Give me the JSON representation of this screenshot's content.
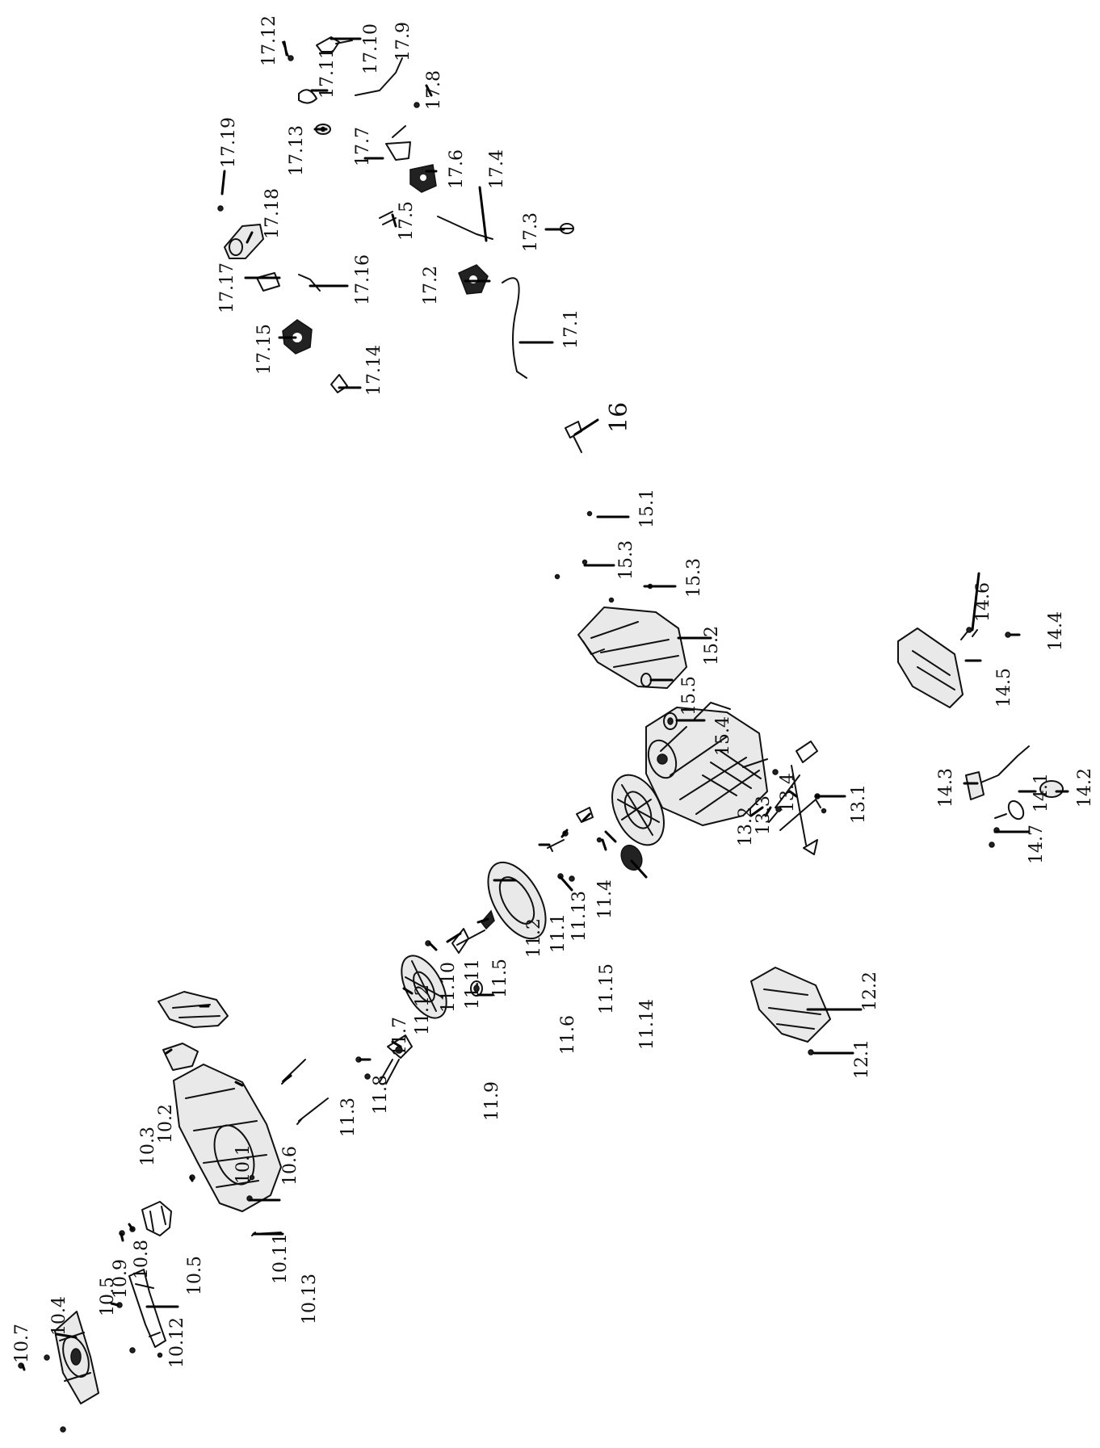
{
  "labels": [
    {
      "text": "17.12"
    },
    {
      "text": "17.11"
    },
    {
      "text": "17.10"
    },
    {
      "text": "17.9"
    },
    {
      "text": "17.8"
    },
    {
      "text": "17.13"
    },
    {
      "text": "17.7"
    },
    {
      "text": "17.6"
    },
    {
      "text": "17.19"
    },
    {
      "text": "17.18"
    },
    {
      "text": "17.5"
    },
    {
      "text": "17.4"
    },
    {
      "text": "17.3"
    },
    {
      "text": "17.17"
    },
    {
      "text": "17.16"
    },
    {
      "text": "17.2"
    },
    {
      "text": "17.15"
    },
    {
      "text": "17.14"
    },
    {
      "text": "17.1"
    },
    {
      "text": "16"
    },
    {
      "text": "15.1"
    },
    {
      "text": "15.3"
    },
    {
      "text": "15.3"
    },
    {
      "text": "15.2"
    },
    {
      "text": "15.5"
    },
    {
      "text": "15.4"
    },
    {
      "text": "14.6"
    },
    {
      "text": "14.4"
    },
    {
      "text": "14.5"
    },
    {
      "text": "14.3"
    },
    {
      "text": "14.1"
    },
    {
      "text": "14.2"
    },
    {
      "text": "14.7"
    },
    {
      "text": "13.4"
    },
    {
      "text": "13.3"
    },
    {
      "text": "13.2"
    },
    {
      "text": "13.1"
    },
    {
      "text": "11.4"
    },
    {
      "text": "11.13"
    },
    {
      "text": "11.1"
    },
    {
      "text": "11.2"
    },
    {
      "text": "11.15"
    },
    {
      "text": "11.14"
    },
    {
      "text": "11.5"
    },
    {
      "text": "11.11"
    },
    {
      "text": "11.6"
    },
    {
      "text": "11.10"
    },
    {
      "text": "11.12"
    },
    {
      "text": "11.7"
    },
    {
      "text": "11.9"
    },
    {
      "text": "12.2"
    },
    {
      "text": "12.1"
    },
    {
      "text": "11.8"
    },
    {
      "text": "11.3"
    },
    {
      "text": "10.2"
    },
    {
      "text": "10.3"
    },
    {
      "text": "10.1"
    },
    {
      "text": "10.6"
    },
    {
      "text": "10.8"
    },
    {
      "text": "10.9"
    },
    {
      "text": "10.5"
    },
    {
      "text": "10.5"
    },
    {
      "text": "10.11"
    },
    {
      "text": "10.13"
    },
    {
      "text": "10.12"
    },
    {
      "text": "10.4"
    },
    {
      "text": "10.7"
    }
  ]
}
